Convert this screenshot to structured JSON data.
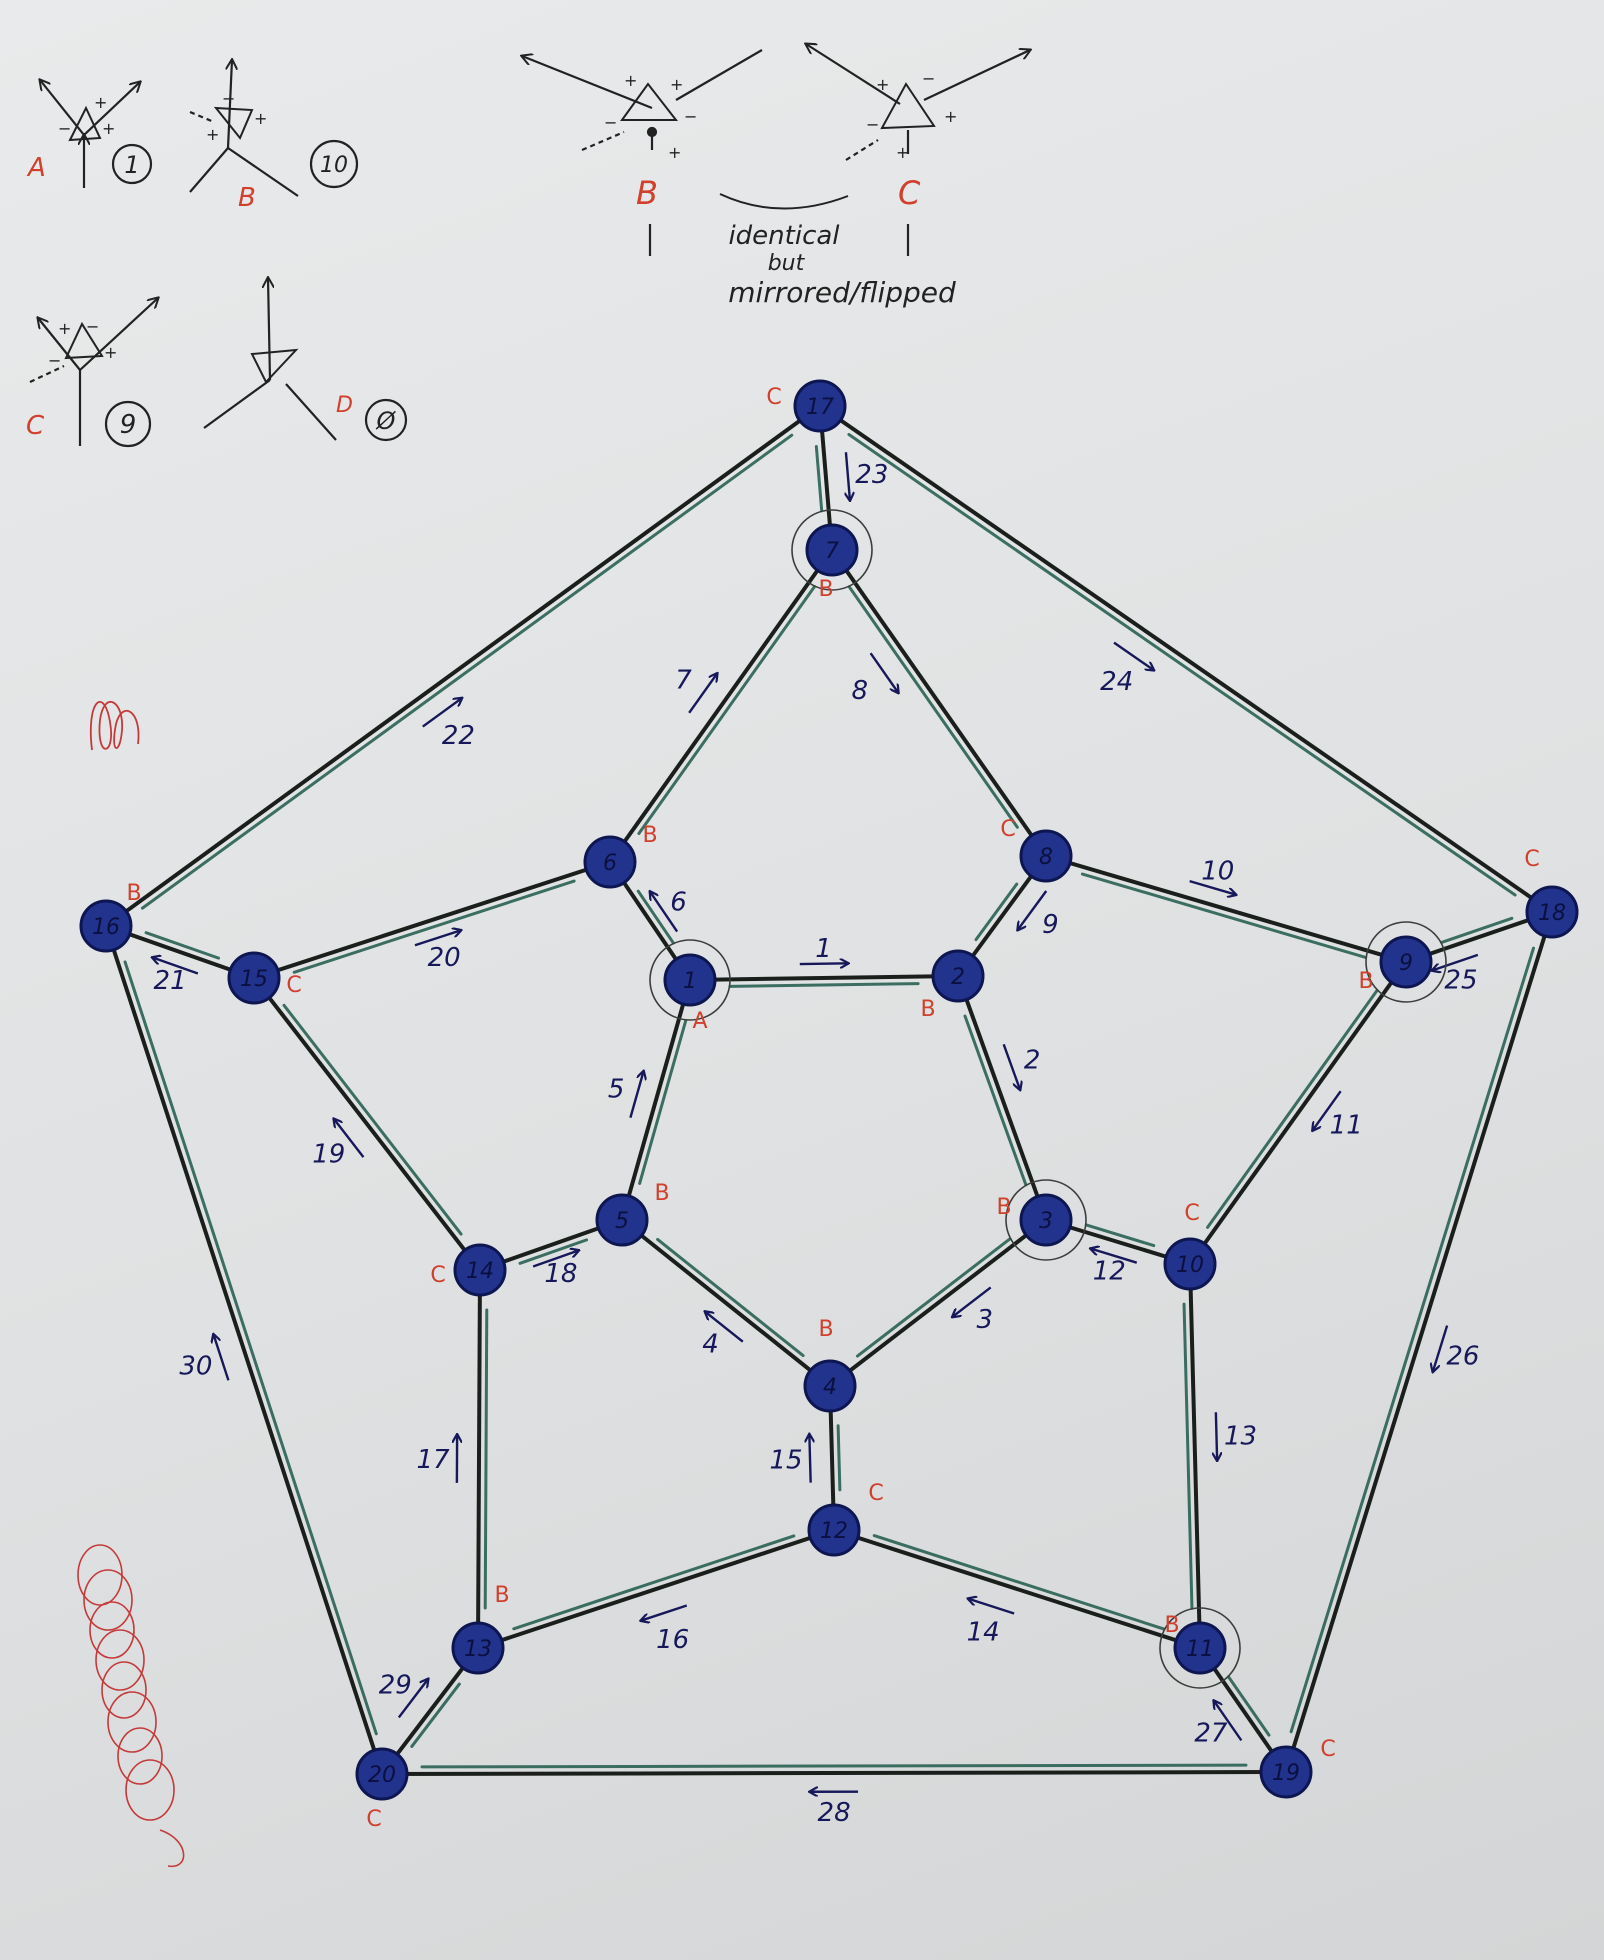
{
  "legend": {
    "types": [
      {
        "letter": "A",
        "count": "1"
      },
      {
        "letter": "B",
        "count": "10"
      },
      {
        "letter": "B",
        "count": ""
      },
      {
        "letter": "C",
        "count": ""
      },
      {
        "letter": "C",
        "count": "9"
      },
      {
        "letter": "D",
        "count": "Ø"
      }
    ],
    "mirror_note_lines": [
      "identical",
      "but",
      "mirrored/flipped"
    ]
  },
  "graph": {
    "nodes": [
      {
        "id": "1",
        "type": "A"
      },
      {
        "id": "2",
        "type": "B"
      },
      {
        "id": "3",
        "type": "B"
      },
      {
        "id": "4",
        "type": "B"
      },
      {
        "id": "5",
        "type": "B"
      },
      {
        "id": "6",
        "type": "B"
      },
      {
        "id": "7",
        "type": "B"
      },
      {
        "id": "8",
        "type": "C"
      },
      {
        "id": "9",
        "type": "B"
      },
      {
        "id": "10",
        "type": "C"
      },
      {
        "id": "11",
        "type": "B"
      },
      {
        "id": "12",
        "type": "C"
      },
      {
        "id": "13",
        "type": "B"
      },
      {
        "id": "14",
        "type": "C"
      },
      {
        "id": "15",
        "type": "C"
      },
      {
        "id": "16",
        "type": "B"
      },
      {
        "id": "17",
        "type": "C"
      },
      {
        "id": "18",
        "type": "C"
      },
      {
        "id": "19",
        "type": "C"
      },
      {
        "id": "20",
        "type": "C"
      }
    ],
    "edges": [
      {
        "from": "1",
        "to": "2",
        "step": "1"
      },
      {
        "from": "2",
        "to": "3",
        "step": "2"
      },
      {
        "from": "3",
        "to": "4",
        "step": "3"
      },
      {
        "from": "4",
        "to": "5",
        "step": "4"
      },
      {
        "from": "5",
        "to": "1",
        "step": "5"
      },
      {
        "from": "1",
        "to": "6",
        "step": "6"
      },
      {
        "from": "6",
        "to": "7",
        "step": "7"
      },
      {
        "from": "7",
        "to": "8",
        "step": "8"
      },
      {
        "from": "8",
        "to": "2",
        "step": "9"
      },
      {
        "from": "8",
        "to": "9",
        "step": "10"
      },
      {
        "from": "9",
        "to": "10",
        "step": "11"
      },
      {
        "from": "10",
        "to": "3",
        "step": "12"
      },
      {
        "from": "10",
        "to": "11",
        "step": "13"
      },
      {
        "from": "11",
        "to": "12",
        "step": "14"
      },
      {
        "from": "12",
        "to": "4",
        "step": "15"
      },
      {
        "from": "12",
        "to": "13",
        "step": "16"
      },
      {
        "from": "13",
        "to": "14",
        "step": "17"
      },
      {
        "from": "14",
        "to": "5",
        "step": "18"
      },
      {
        "from": "14",
        "to": "15",
        "step": "19"
      },
      {
        "from": "15",
        "to": "6",
        "step": "20"
      },
      {
        "from": "15",
        "to": "16",
        "step": "21"
      },
      {
        "from": "16",
        "to": "17",
        "step": "22"
      },
      {
        "from": "17",
        "to": "7",
        "step": "23"
      },
      {
        "from": "17",
        "to": "18",
        "step": "24"
      },
      {
        "from": "18",
        "to": "9",
        "step": "25"
      },
      {
        "from": "18",
        "to": "19",
        "step": "26"
      },
      {
        "from": "19",
        "to": "11",
        "step": "27"
      },
      {
        "from": "19",
        "to": "20",
        "step": "28"
      },
      {
        "from": "20",
        "to": "13",
        "step": "29"
      },
      {
        "from": "20",
        "to": "16",
        "step": "30"
      }
    ]
  },
  "colors": {
    "paper": "#e4e6e7",
    "node_fill": "#22338e",
    "node_stroke": "#0d1650",
    "edge": "#1b1f1c",
    "edge_highlight": "#1f5a4a",
    "step_ink": "#16185a",
    "type_ink": "#d0402c",
    "scribble": "#c43a3a"
  }
}
